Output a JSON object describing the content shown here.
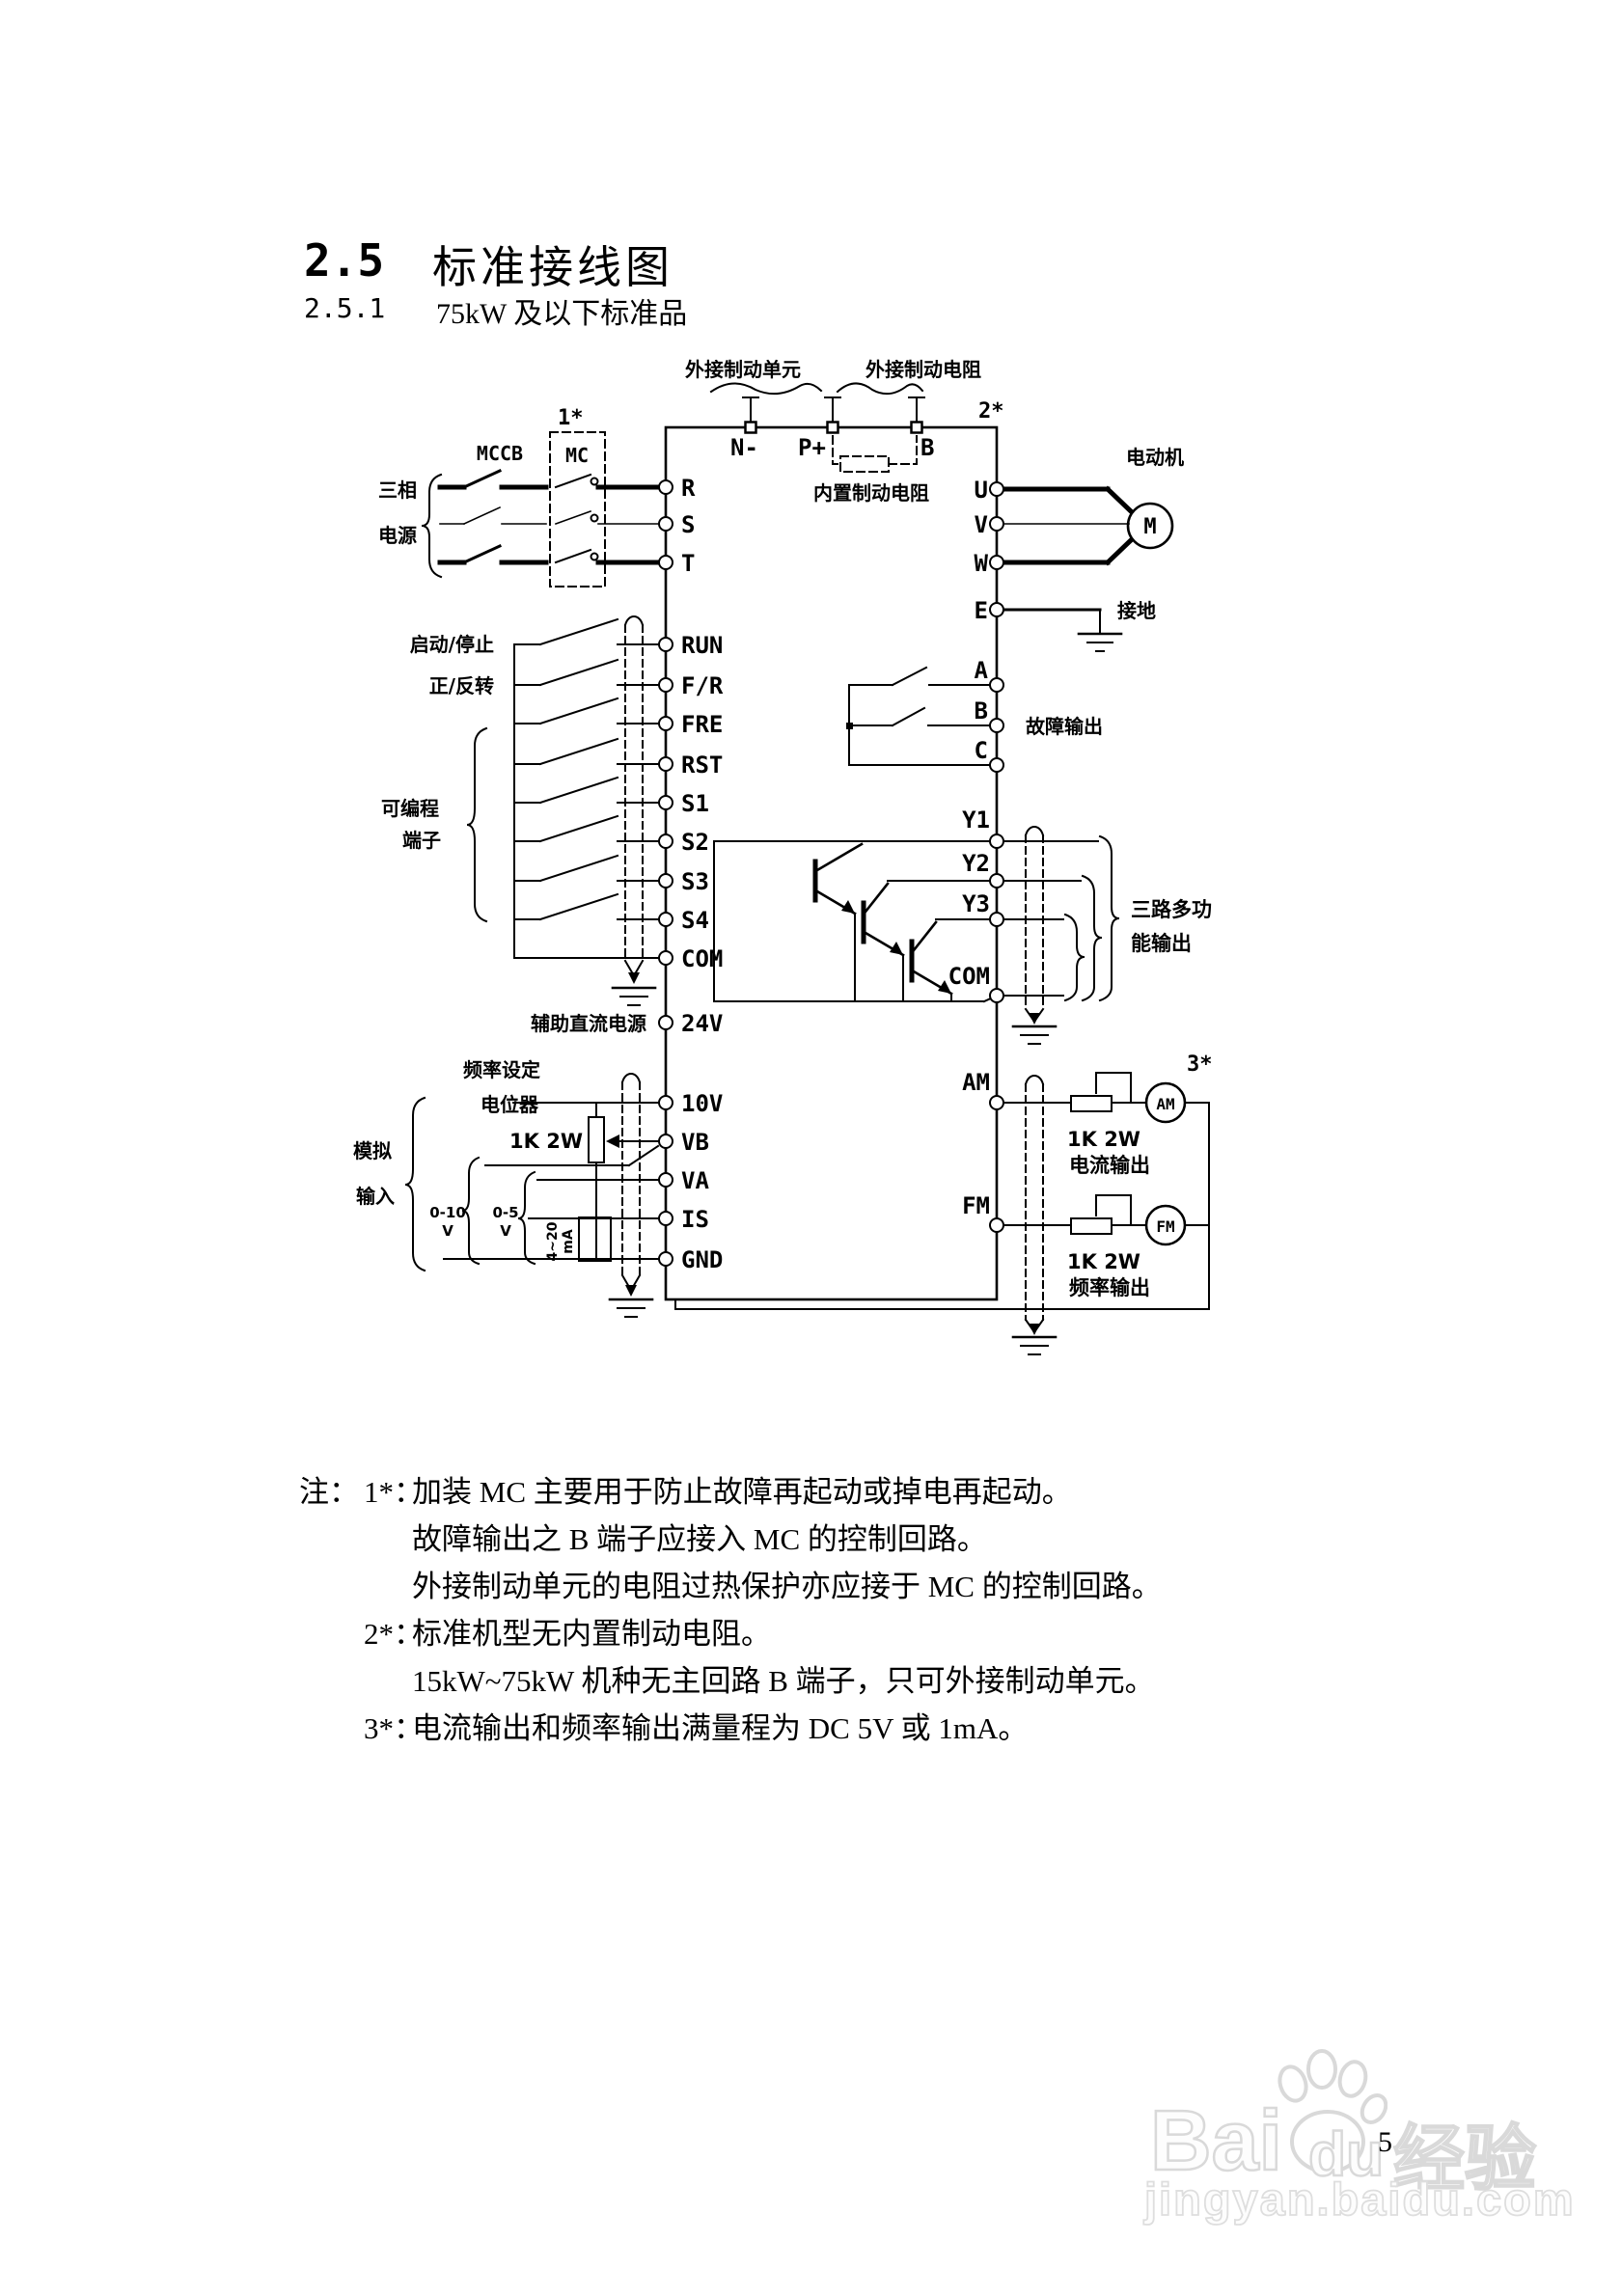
{
  "page": {
    "section_number": "2.5",
    "section_title": "标准接线图",
    "subsection_number": "2.5.1",
    "subsection_title": "75kW 及以下标准品",
    "page_number": "5"
  },
  "diagram": {
    "top_terminals": [
      "N-",
      "P+",
      "B"
    ],
    "left_terminals": [
      "R",
      "S",
      "T",
      "RUN",
      "F/R",
      "FRE",
      "RST",
      "S1",
      "S2",
      "S3",
      "S4",
      "COM",
      "24V",
      "10V",
      "VB",
      "VA",
      "IS",
      "GND"
    ],
    "right_terminals": [
      "U",
      "V",
      "W",
      "E",
      "A",
      "B",
      "C",
      "Y1",
      "Y2",
      "Y3",
      "COM",
      "AM",
      "FM"
    ],
    "refs": {
      "note1": "1*",
      "note2": "2*",
      "note3": "3*"
    },
    "top": {
      "external_brake_unit": "外接制动单元",
      "external_brake_resistor": "外接制动电阻",
      "internal_brake_resistor": "内置制动电阻"
    },
    "power_input": {
      "source_line1": "三相",
      "source_line2": "电源",
      "mccb": "MCCB",
      "mc": "MC"
    },
    "motor": {
      "label": "电动机",
      "m": "M",
      "ground_label": "接地"
    },
    "digital_inputs": {
      "start_stop": "启动/停止",
      "fwd_rev": "正/反转",
      "programmable_line1": "可编程",
      "programmable_line2": "端子",
      "aux_dc_label": "辅助直流电源"
    },
    "analog_inputs": {
      "freq_pot_line1": "频率设定",
      "freq_pot_line2": "电位器",
      "pot_value": "1K 2W",
      "analog_line1": "模拟",
      "analog_line2": "输入",
      "range_0_10": "0-10",
      "range_0_10_unit": "V",
      "range_0_5": "0-5",
      "range_0_5_unit": "V",
      "current_range": "4~20",
      "current_range_unit": "mA"
    },
    "fault_output": {
      "label": "故障输出"
    },
    "multi_output": {
      "label_line1": "三路多功",
      "label_line2": "能输出"
    },
    "analog_outputs": {
      "am_meter": "AM",
      "fm_meter": "FM",
      "am_res": "1K 2W",
      "fm_res": "1K 2W",
      "current_out": "电流输出",
      "freq_out": "频率输出"
    }
  },
  "notes": {
    "heading": "注：",
    "items": [
      {
        "ref": "1*：",
        "lines": [
          "加装 MC 主要用于防止故障再起动或掉电再起动。",
          "故障输出之 B 端子应接入 MC 的控制回路。",
          "外接制动单元的电阻过热保护亦应接于 MC 的控制回路。"
        ]
      },
      {
        "ref": "2*：",
        "lines": [
          "标准机型无内置制动电阻。",
          "15kW~75kW 机种无主回路 B 端子，只可外接制动单元。"
        ]
      },
      {
        "ref": "3*：",
        "lines": [
          "电流输出和频率输出满量程为 DC 5V 或 1mA。"
        ]
      }
    ]
  },
  "watermark": {
    "brand_bai": "Bai",
    "brand_du": "du",
    "brand_suffix": "经验",
    "site": "jingyan.baidu.com"
  }
}
